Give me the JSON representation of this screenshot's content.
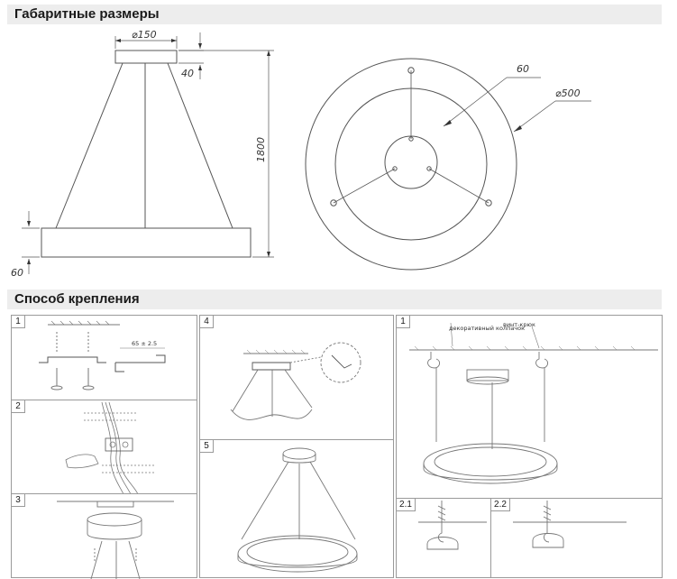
{
  "sections": {
    "dimensions_title": "Габаритные размеры",
    "mounting_title": "Способ крепления"
  },
  "dimensions": {
    "canopy_diameter": "⌀150",
    "canopy_height": "40",
    "suspension_height": "1800",
    "ring_height": "60",
    "ring_height_side": "60",
    "ring_outer_diameter": "⌀500",
    "ring_width": "60"
  },
  "panels": {
    "p1": "1",
    "p2": "2",
    "p3": "3",
    "p4": "4",
    "p5": "5",
    "p6": "1",
    "p21": "2.1",
    "p22": "2.2"
  },
  "labels": {
    "bracket_spacing": "65 ± 2.5",
    "decor_cap": "декоративный колпачок",
    "screw_hook": "винт-крюк"
  }
}
